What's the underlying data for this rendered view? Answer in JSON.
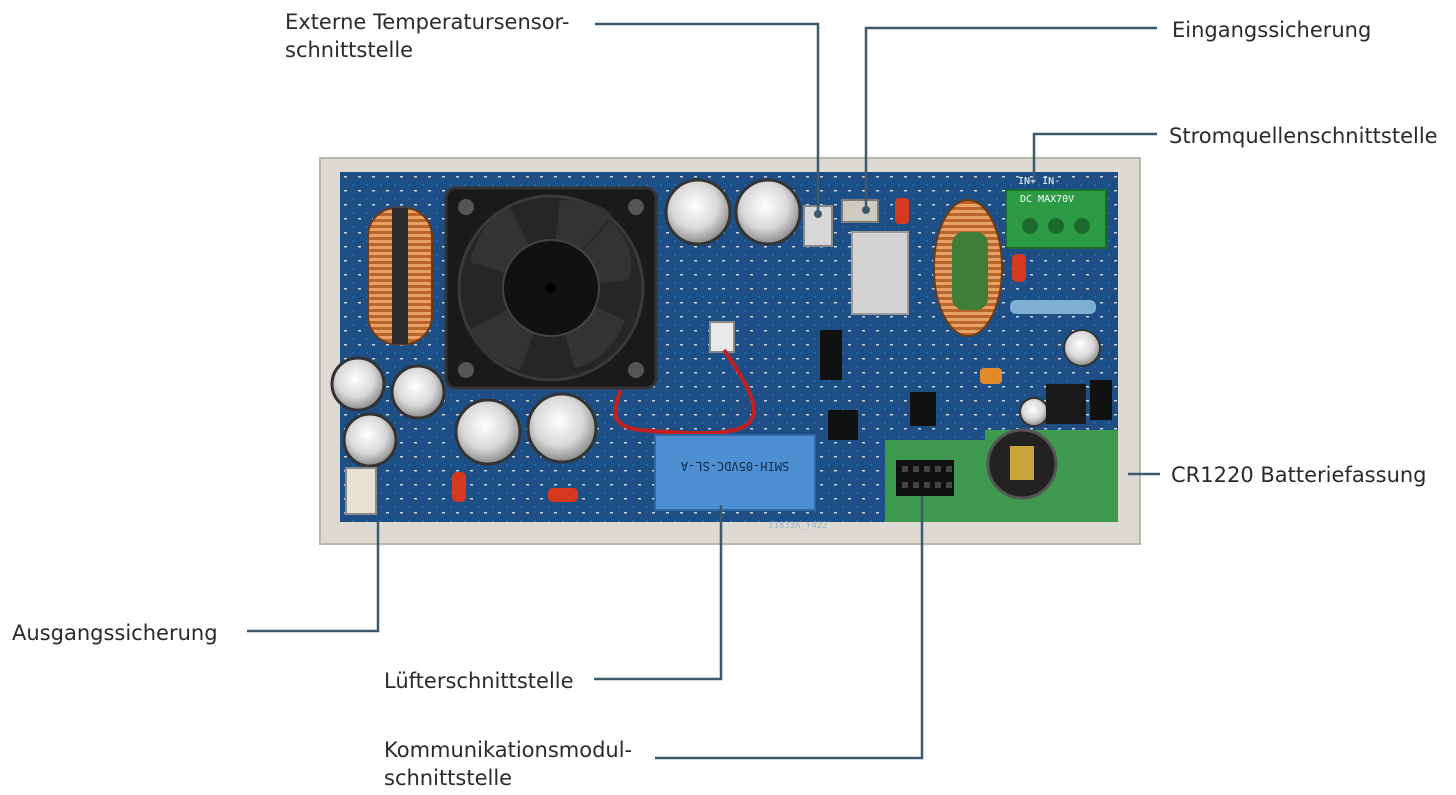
{
  "callouts": {
    "temp_sensor": {
      "line1": "Externe Temperatursensor-",
      "line2": "schnittstelle"
    },
    "input_fuse": {
      "text": "Eingangssicherung"
    },
    "power_interface": {
      "text": "Stromquellenschnittstelle"
    },
    "battery_holder": {
      "text": "CR1220 Batteriefassung"
    },
    "output_fuse": {
      "text": "Ausgangssicherung"
    },
    "fan_interface": {
      "text": "Lüfterschnittstelle"
    },
    "comm_module": {
      "line1": "Kommunikationsmodul-",
      "line2": "schnittstelle"
    }
  },
  "board": {
    "terminal_label": "IN+   IN-",
    "terminal_rating": "DC MAX70V",
    "relay_text": "SMIH-05VDC-SL-A",
    "board_code": "11833A_Y422"
  },
  "colors": {
    "leader_line": "#3d5a6c",
    "pcb_blue": "#1d4f86",
    "pcb_green": "#3d9a4f",
    "enclosure": "#dcdad2",
    "relay_blue": "#4d8fd1"
  }
}
